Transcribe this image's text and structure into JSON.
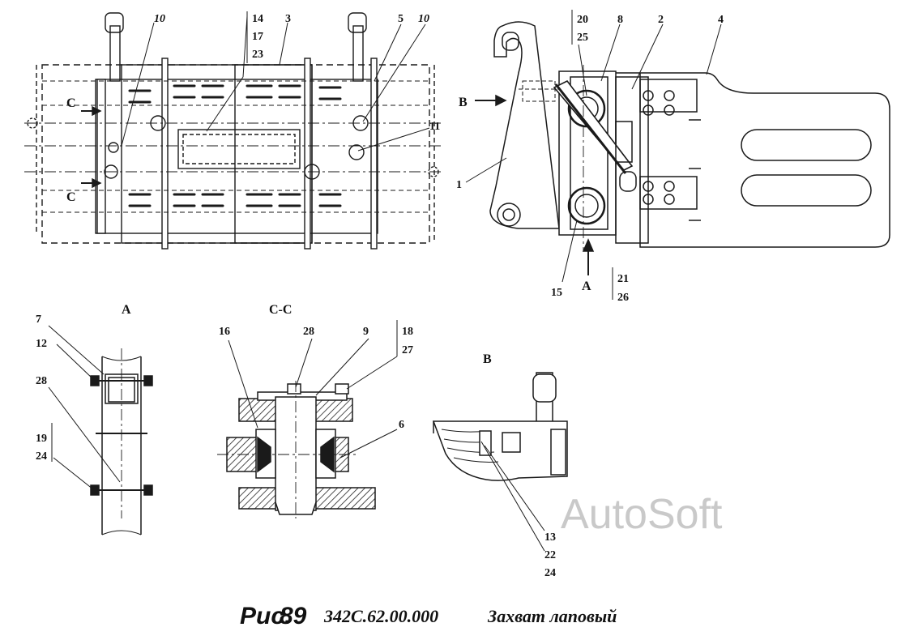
{
  "caption": {
    "prefix": "Рис.",
    "number": "89",
    "code": "342С.62.00.000",
    "title": "Захват лаповый"
  },
  "watermark": "AutoSoft",
  "views": {
    "a": "А",
    "cc": "С-С",
    "b": "В",
    "arrow_c_top": "С",
    "arrow_c_bottom": "С",
    "arrow_b": "В",
    "arrow_a": "А"
  },
  "callouts": {
    "plan": [
      "10",
      "14",
      "17",
      "23",
      "3",
      "5",
      "10",
      "11"
    ],
    "side": [
      "20",
      "25",
      "8",
      "2",
      "4",
      "1",
      "15",
      "21",
      "26"
    ],
    "view_a": [
      "7",
      "12",
      "28",
      "19",
      "24"
    ],
    "section_cc": [
      "16",
      "28",
      "9",
      "18",
      "27",
      "6"
    ],
    "view_b": [
      "13",
      "22",
      "24"
    ]
  }
}
